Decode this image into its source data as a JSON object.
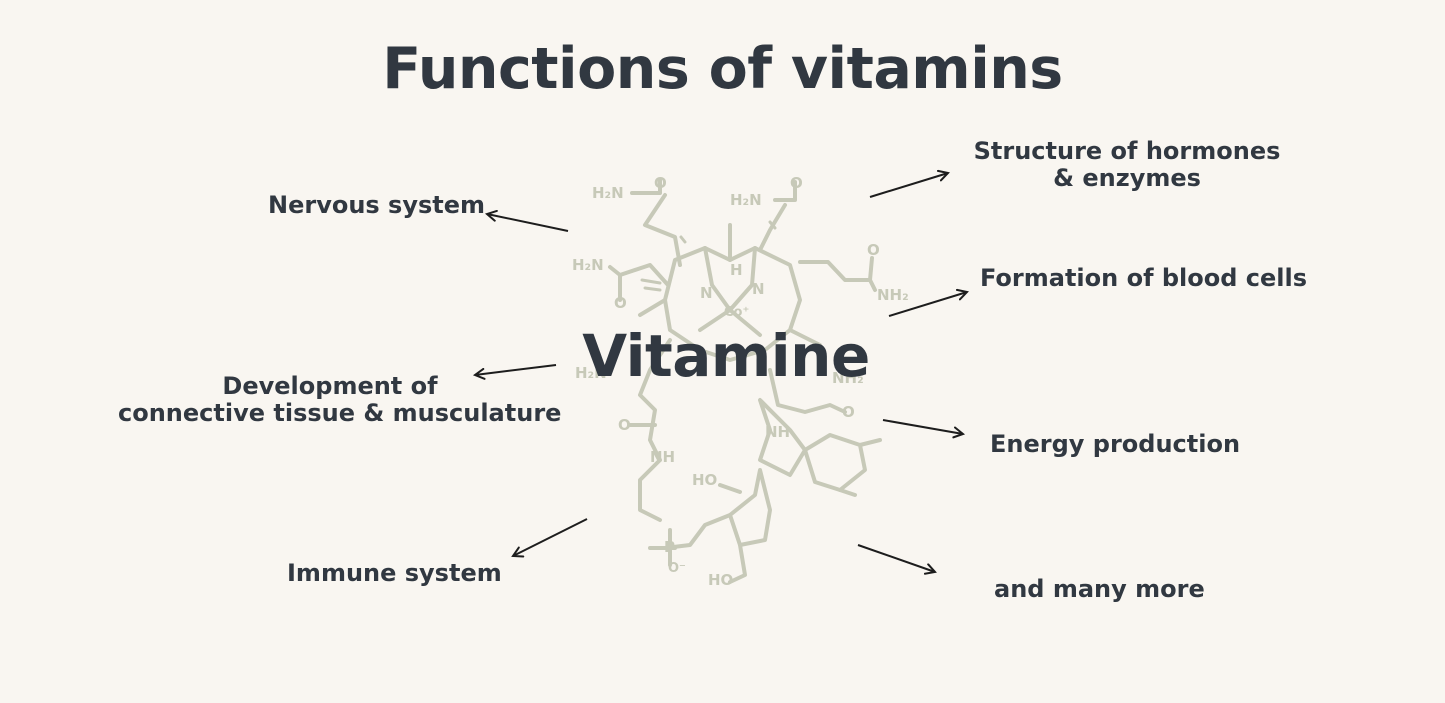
{
  "title": "Functions of vitamins",
  "center_label": "Vitamine",
  "functions": {
    "nervous_system": "Nervous system",
    "development": [
      "Development of",
      "connective tissue & musculature"
    ],
    "immune_system": "Immune system",
    "structure": [
      "Structure of hormones",
      "& enzymes"
    ],
    "blood_cells": "Formation of blood cells",
    "energy": "Energy production",
    "more": "and many more"
  },
  "molecule_labels": {
    "h2n": "H₂N",
    "nh2": "NH₂",
    "o": "O",
    "n": "N",
    "h": "H",
    "nh": "NH",
    "ho": "HO",
    "co": "Co⁺",
    "p": "P",
    "o_minus": "O⁻"
  },
  "colors": {
    "background": "#f9f6f1",
    "text": "#313841",
    "molecule": "#c7c9b8",
    "arrow": "#1d1d1d"
  }
}
